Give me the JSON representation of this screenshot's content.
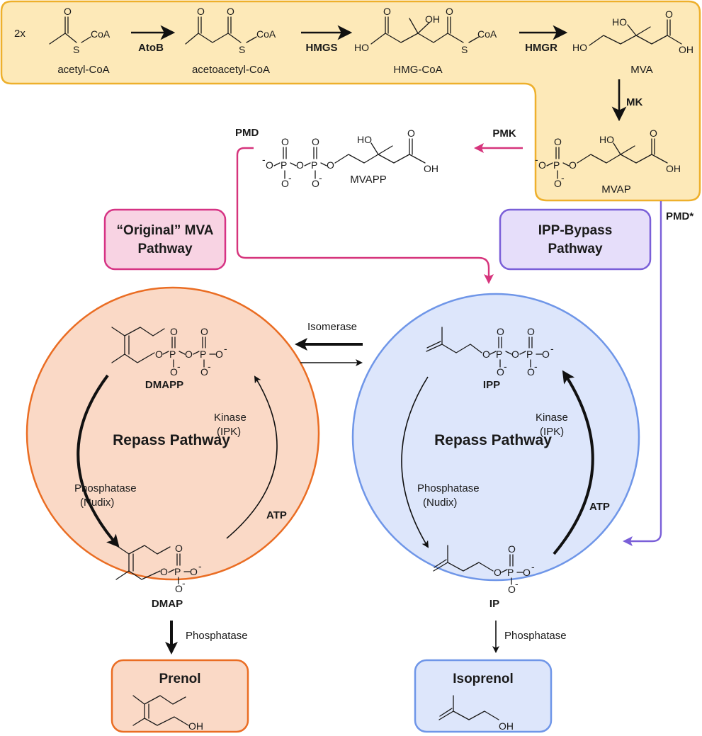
{
  "colors": {
    "yellow_fill": "#fde9b8",
    "yellow_stroke": "#eeb02c",
    "pink_fill": "#f8d3e3",
    "pink_stroke": "#d63384",
    "lav_fill": "#e6defa",
    "lav_stroke": "#7a5fd8",
    "orange_fill": "#fad9c6",
    "orange_stroke": "#ea6d23",
    "blue_fill": "#dde6fb",
    "blue_stroke": "#6f96e8",
    "magenta_arrow": "#d6347c",
    "purple_arrow": "#7a5fd8"
  },
  "top": {
    "coefficient": "2x",
    "compounds": {
      "acetyl_coa": "acetyl-CoA",
      "acetoacetyl_coa": "acetoacetyl-CoA",
      "hmg_coa": "HMG-CoA",
      "mva": "MVA",
      "mvap": "MVAP",
      "mvapp": "MVAPP"
    },
    "enzymes": {
      "atob": "AtoB",
      "hmgs": "HMGS",
      "hmgr": "HMGR",
      "mk": "MK",
      "pmk": "PMK",
      "pmd": "PMD",
      "pmd_star": "PMD*"
    }
  },
  "atoms": {
    "coa": "CoA",
    "s": "S",
    "o": "O",
    "oh": "OH",
    "ho": "HO",
    "p": "P",
    "o_minus": "O",
    "minus": "-"
  },
  "boxes": {
    "original_line1": "“Original” MVA",
    "original_line2": "Pathway",
    "bypass_line1": "IPP-Bypass",
    "bypass_line2": "Pathway"
  },
  "middle": {
    "isomerase": "Isomerase"
  },
  "left_cycle": {
    "title": "Repass Pathway",
    "top_compound": "DMAPP",
    "bottom_compound": "DMAP",
    "kinase_line1": "Kinase",
    "kinase_line2": "(IPK)",
    "phosphatase_line1": "Phosphatase",
    "phosphatase_line2": "(Nudix)",
    "atp": "ATP"
  },
  "right_cycle": {
    "title": "Repass Pathway",
    "top_compound": "IPP",
    "bottom_compound": "IP",
    "kinase_line1": "Kinase",
    "kinase_line2": "(IPK)",
    "phosphatase_line1": "Phosphatase",
    "phosphatase_line2": "(Nudix)",
    "atp": "ATP"
  },
  "products": {
    "phosphatase_left": "Phosphatase",
    "phosphatase_right": "Phosphatase",
    "prenol": "Prenol",
    "isoprenol": "Isoprenol",
    "oh": "OH"
  }
}
